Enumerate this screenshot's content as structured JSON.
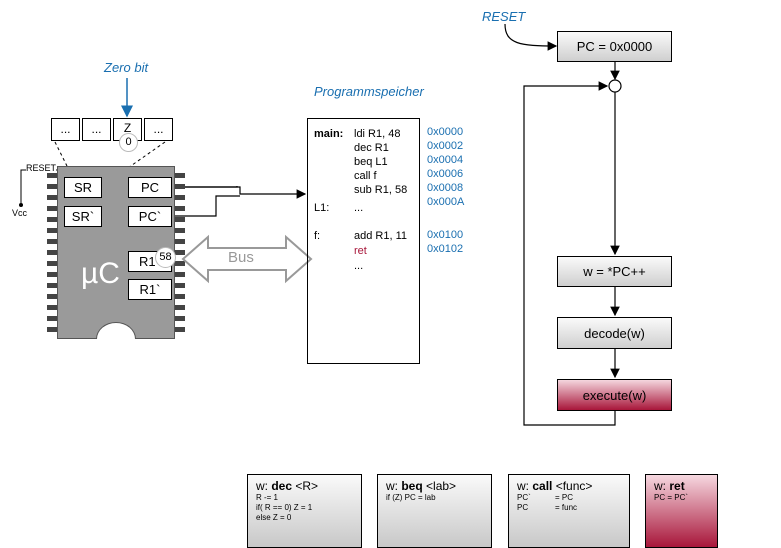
{
  "labels": {
    "reset_top": "RESET",
    "zero_bit": "Zero bit",
    "program_memory": "Programmspeicher",
    "reset_chip": "RESET",
    "vcc": "Vcc",
    "bus": "Bus",
    "uc": "µC"
  },
  "status_register": {
    "cells": [
      "...",
      "...",
      "Z",
      "..."
    ],
    "z_value": "0"
  },
  "chip": {
    "sr": "SR",
    "sr_shadow": "SR`",
    "pc": "PC",
    "pc_shadow": "PC`",
    "r1": "R1",
    "r1_value": "58",
    "r1_shadow": "R1`"
  },
  "program": {
    "lines": [
      {
        "label": "main:",
        "code": "ldi R1, 48",
        "addr": "0x0000"
      },
      {
        "label": "",
        "code": "dec R1",
        "addr": "0x0002"
      },
      {
        "label": "",
        "code": "beq L1",
        "addr": "0x0004"
      },
      {
        "label": "",
        "code": "call f",
        "addr": "0x0006"
      },
      {
        "label": "",
        "code": "sub R1, 58",
        "addr": "0x0008"
      },
      {
        "label": "L1:",
        "code": "...",
        "addr": "0x000A"
      },
      {
        "label": "f:",
        "code": "add R1, 11",
        "addr": "0x0100"
      },
      {
        "label": "",
        "code": "ret",
        "addr": "0x0102"
      },
      {
        "label": "",
        "code": "...",
        "addr": ""
      }
    ]
  },
  "flow": {
    "pc_init": "PC = 0x0000",
    "fetch": "w = *PC++",
    "decode": "decode(w)",
    "execute": "execute(w)"
  },
  "cards": {
    "dec": {
      "prefix": "w: ",
      "op": "dec",
      "arg": " <R>",
      "lines": [
        "R -= 1",
        "if( R == 0) Z = 1",
        "else Z = 0"
      ]
    },
    "beq": {
      "prefix": "w: ",
      "op": "beq",
      "arg": " <lab>",
      "lines": [
        "if (Z) PC = lab"
      ]
    },
    "call": {
      "prefix": "w: ",
      "op": "call",
      "arg": " <func>",
      "rows": [
        [
          "PC`",
          "= PC"
        ],
        [
          "PC",
          "= func"
        ]
      ]
    },
    "ret": {
      "prefix": "w: ",
      "op": "ret",
      "arg": "",
      "lines": [
        "PC = PC`"
      ]
    }
  },
  "colors": {
    "accent_blue": "#1a6fb0",
    "exec_red": "#a8163a",
    "ret_red": "#b0213d",
    "chip_gray": "#9a9a9a"
  }
}
